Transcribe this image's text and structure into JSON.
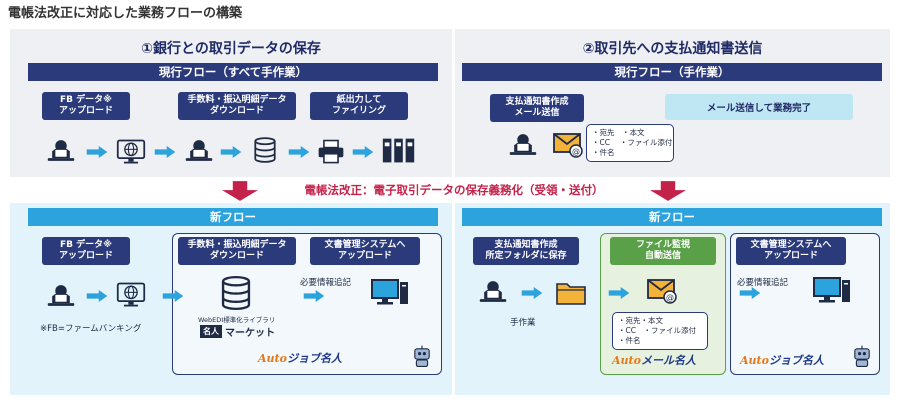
{
  "title": "電帳法改正に対応した業務フローの構築",
  "left": {
    "section_title": "①銀行との取引データの保存",
    "current_header": "現行フロー（すべて手作業）",
    "current_steps": [
      "FB データ※\nアップロード",
      "手数料・振込明細データ\nダウンロード",
      "紙出力して\nファイリング"
    ],
    "new_header": "新フロー",
    "new_steps": [
      "FB データ※\nアップロード",
      "手数料・振込明細データ\nダウンロード",
      "文書管理システムへ\nアップロード"
    ],
    "footnote": "※FB=ファームバンキング",
    "required_note": "必要情報追記",
    "lib_caption": "WebEDI標準化ライブラリ",
    "lib_brand_mark": "名人",
    "lib_brand_text": "マーケット",
    "product_logo_a": "Auto",
    "product_logo_b": "ジョブ名人"
  },
  "right": {
    "section_title": "②取引先への支払通知書送信",
    "current_header": "現行フロー（手作業）",
    "current_step": "支払通知書作成\nメール送信",
    "current_result": "メール送信して業務完了",
    "mail_bubble": "・宛先　・本文\n・CC　 ・ファイル添付\n・件名",
    "new_header": "新フロー",
    "new_steps": [
      "支払通知書作成\n所定フォルダに保存",
      "ファイル監視\n自動送信",
      "文書管理システムへ\nアップロード"
    ],
    "manual_label": "手作業",
    "required_note": "必要情報追記",
    "new_mail_bubble": "・宛先・本文\n・CC　・ファイル添付\n・件名",
    "mail_logo_a": "Auto",
    "mail_logo_b": "メール名人",
    "job_logo_a": "Auto",
    "job_logo_b": "ジョブ名人"
  },
  "banner": "電帳法改正：電子取引データの保存義務化（受領・送付）",
  "colors": {
    "navy": "#2b3a7a",
    "sky": "#2ca3dc",
    "crimson": "#c3224a",
    "green": "#5aa048",
    "arrow_blue": "#2ca3dc"
  }
}
